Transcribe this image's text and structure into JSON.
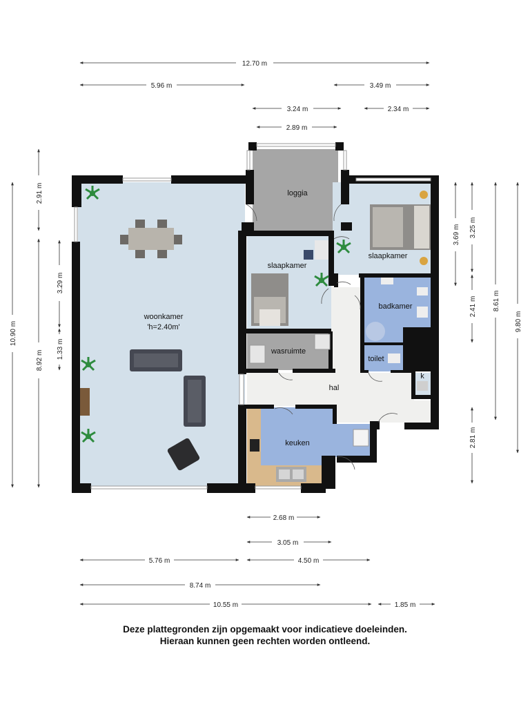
{
  "rooms": {
    "woonkamer": "woonkamer",
    "woonkamer_height": "'h=2.40m'",
    "loggia": "loggia",
    "slaapkamer_1": "slaapkamer",
    "slaapkamer_2": "slaapkamer",
    "badkamer": "badkamer",
    "wasruimte": "wasruimte",
    "toilet": "toilet",
    "hal": "hal",
    "keuken": "keuken",
    "kast": "k"
  },
  "dimensions": {
    "top_total": "12.70 m",
    "top_left": "5.96 m",
    "top_right": "3.49 m",
    "top_mid": "3.24 m",
    "top_right_small": "2.34 m",
    "loggia_width": "2.89 m",
    "left_outer": "10.90 m",
    "left_mid": "8.92 m",
    "left_upper": "2.91 m",
    "left_inner_1": "3.29 m",
    "left_inner_2": "1.33 m",
    "right_1": "3.69 m",
    "right_2": "3.25 m",
    "right_3": "2.41 m",
    "right_4": "8.61 m",
    "right_5": "9.80 m",
    "right_6": "2.81 m",
    "bottom_1": "2.68 m",
    "bottom_2": "3.05 m",
    "bottom_left": "5.76 m",
    "bottom_right": "4.50 m",
    "bottom_mid": "8.74 m",
    "bottom_total": "10.55 m",
    "bottom_right_small": "1.85 m"
  },
  "disclaimer": {
    "line1": "Deze plattegronden zijn opgemaakt voor indicatieve doeleinden.",
    "line2": "Hieraan kunnen geen rechten worden ontleend."
  },
  "colors": {
    "room_light": "#d3e0ea",
    "room_blue": "#9ab4de",
    "room_grey": "#a6a6a6",
    "hall": "#f0f0ee",
    "wall": "#111111",
    "wood": "#d9b98c"
  }
}
